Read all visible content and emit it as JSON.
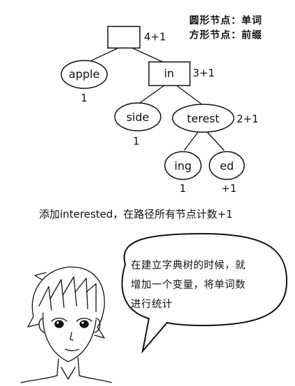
{
  "legend": {
    "circle_line": "圆形节点：单词",
    "square_line": "方形节点：前缀"
  },
  "nodes": {
    "root": {
      "label": "",
      "count": "4+1"
    },
    "apple": {
      "label": "apple",
      "count": "1"
    },
    "in": {
      "label": "in",
      "count": "3+1"
    },
    "side": {
      "label": "side",
      "count": "1"
    },
    "terest": {
      "label": "terest",
      "count": "2+1"
    },
    "ing": {
      "label": "ing",
      "count": "1"
    },
    "ed": {
      "label": "ed",
      "count": "+1"
    }
  },
  "caption": "添加interested，在路径所有节点计数+1",
  "bubble": {
    "line1": "在建立字典树的时候，就",
    "line2": "增加一个变量，将单词数",
    "line3": "进行统计"
  }
}
